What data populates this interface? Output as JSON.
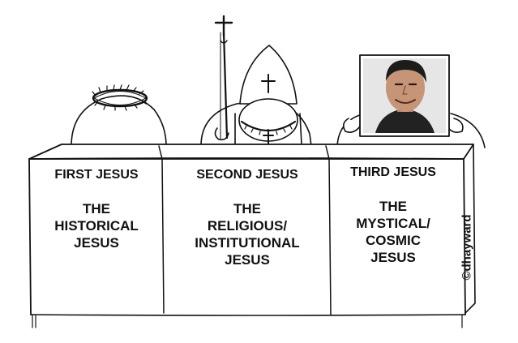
{
  "panels": [
    {
      "title": "FIRST JESUS",
      "body": [
        "THE",
        "HISTORICAL",
        "JESUS"
      ]
    },
    {
      "title": "SECOND JESUS",
      "body": [
        "THE",
        "RELIGIOUS/",
        "INSTITUTIONAL",
        "JESUS"
      ]
    },
    {
      "title": "THIRD JESUS",
      "body": [
        "THE",
        "MYSTICAL/",
        "COSMIC",
        "JESUS"
      ]
    }
  ],
  "credit": "©dhayward",
  "colors": {
    "ink": "#111111",
    "paper": "#ffffff"
  },
  "icons": [
    "crown-of-thorns-icon",
    "cross-icon",
    "mitre-icon",
    "crosier-icon",
    "portrait-photo"
  ]
}
